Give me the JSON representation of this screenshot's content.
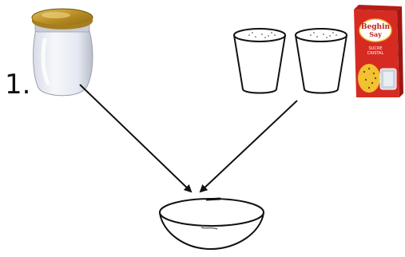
{
  "step": {
    "number": "1."
  },
  "items": {
    "yogurt_jar": "yogurt-jar-icon",
    "glass_left": "glass-icon",
    "glass_right": "glass-icon",
    "sugar_box": "sugar-box-icon",
    "bowl": "bowl-icon"
  },
  "sugar_box": {
    "brand_line1": "Beghin",
    "brand_line2": "Say",
    "product_line1": "SUCRE",
    "product_line2": "CRISTAL"
  },
  "colors": {
    "jar_lid": "#c9a238",
    "jar_body": "#eef0f6",
    "sugar_box_red": "#d62b22",
    "sugar_box_yellow": "#f1c232",
    "line": "#111111"
  }
}
